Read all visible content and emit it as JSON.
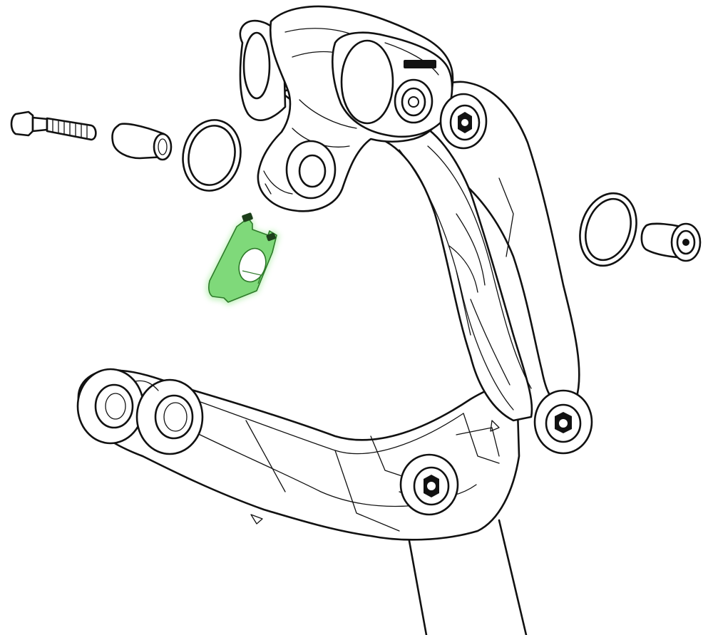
{
  "diagram": {
    "highlight_color": "#7fd97a",
    "highlight_glow": "#b8f0b2",
    "line_color": "#111111",
    "background": "#ffffff",
    "parts": [
      {
        "name": "pivot-bolt",
        "icon": "bolt-icon"
      },
      {
        "name": "bushing-sleeve",
        "icon": "sleeve-icon"
      },
      {
        "name": "o-ring-left",
        "icon": "ring-icon"
      },
      {
        "name": "o-ring-right",
        "icon": "ring-icon"
      },
      {
        "name": "threaded-nut",
        "icon": "nut-icon"
      },
      {
        "name": "highlighted-clamp",
        "icon": "clamp-icon",
        "highlighted": true
      },
      {
        "name": "rocker-link",
        "icon": "link-icon"
      },
      {
        "name": "seatstay-yoke",
        "icon": "yoke-icon"
      },
      {
        "name": "lower-link",
        "icon": "link-icon"
      }
    ]
  }
}
